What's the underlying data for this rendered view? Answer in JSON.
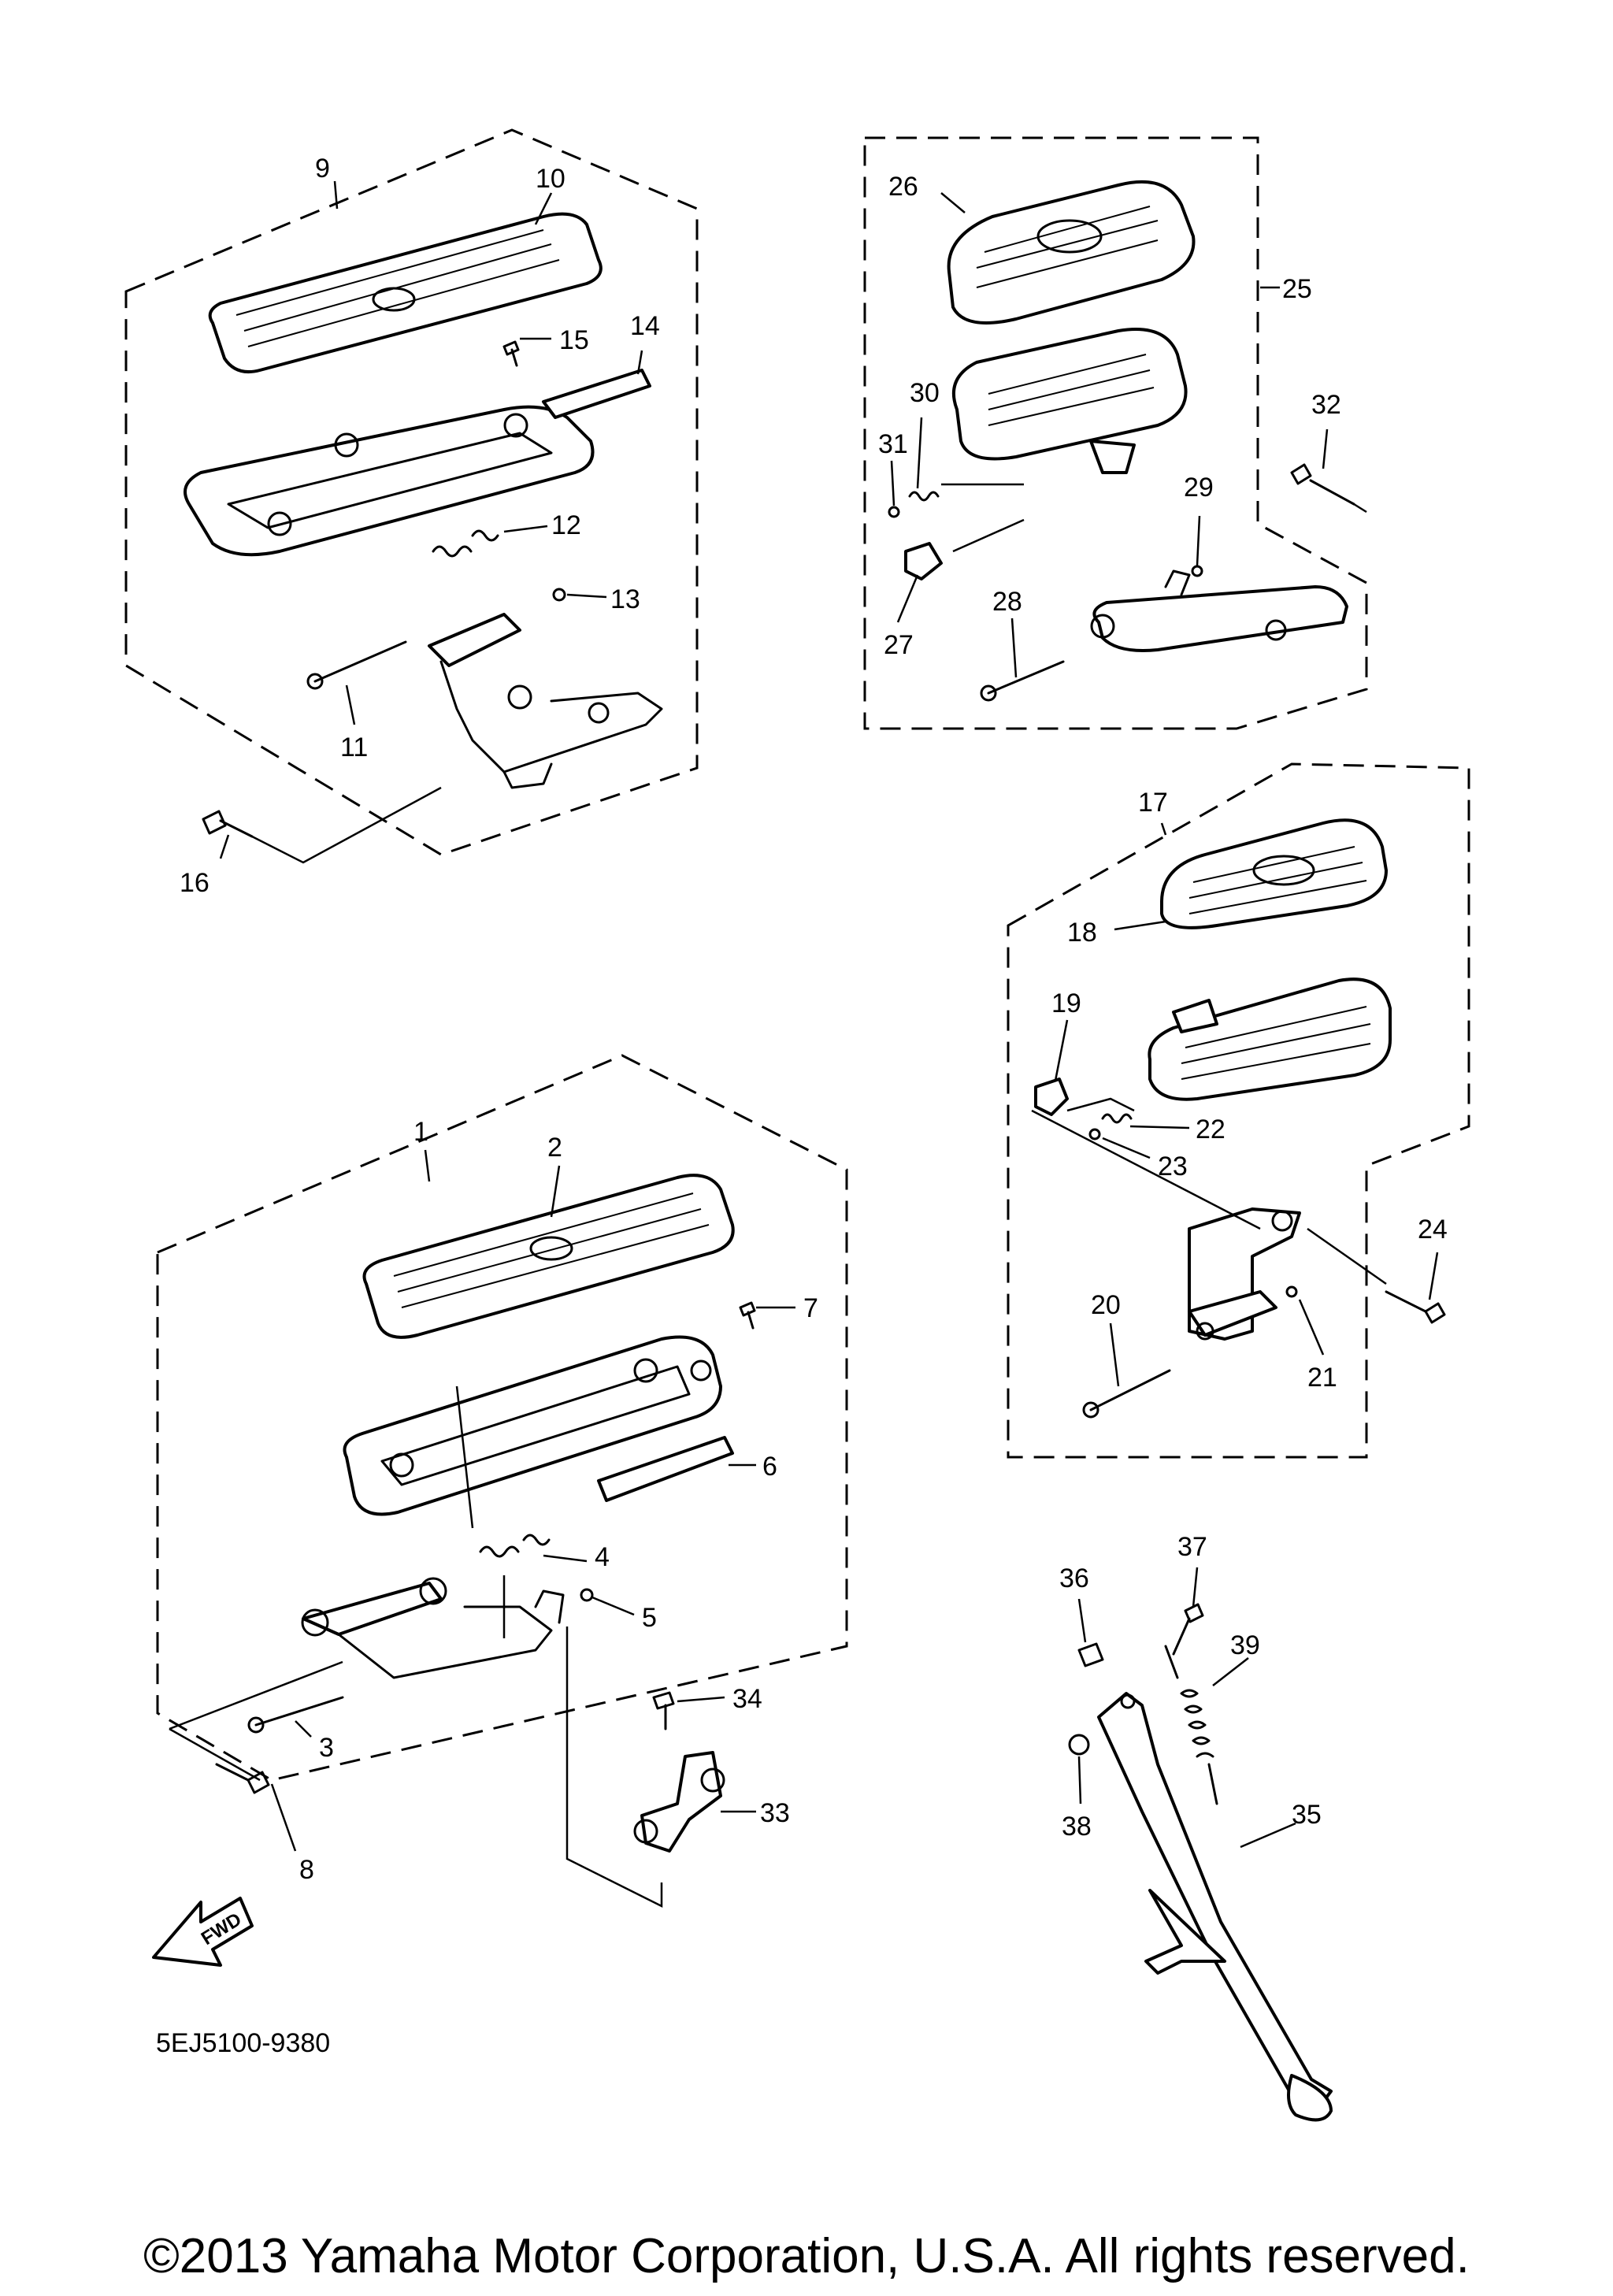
{
  "diagram": {
    "part_code": "5EJ5100-9380",
    "copyright": "©2013 Yamaha Motor Corporation, U.S.A. All rights reserved.",
    "fwd_label": "FWD",
    "callouts": {
      "c1": "1",
      "c2": "2",
      "c3": "3",
      "c4": "4",
      "c5": "5",
      "c6": "6",
      "c7": "7",
      "c8": "8",
      "c9": "9",
      "c10": "10",
      "c11": "11",
      "c12": "12",
      "c13": "13",
      "c14": "14",
      "c15": "15",
      "c16": "16",
      "c17": "17",
      "c18": "18",
      "c19": "19",
      "c20": "20",
      "c21": "21",
      "c22": "22",
      "c23": "23",
      "c24": "24",
      "c25": "25",
      "c26": "26",
      "c27": "27",
      "c28": "28",
      "c29": "29",
      "c30": "30",
      "c31": "31",
      "c32": "32",
      "c33": "33",
      "c34": "34",
      "c35": "35",
      "c36": "36",
      "c37": "37",
      "c38": "38",
      "c39": "39"
    }
  }
}
